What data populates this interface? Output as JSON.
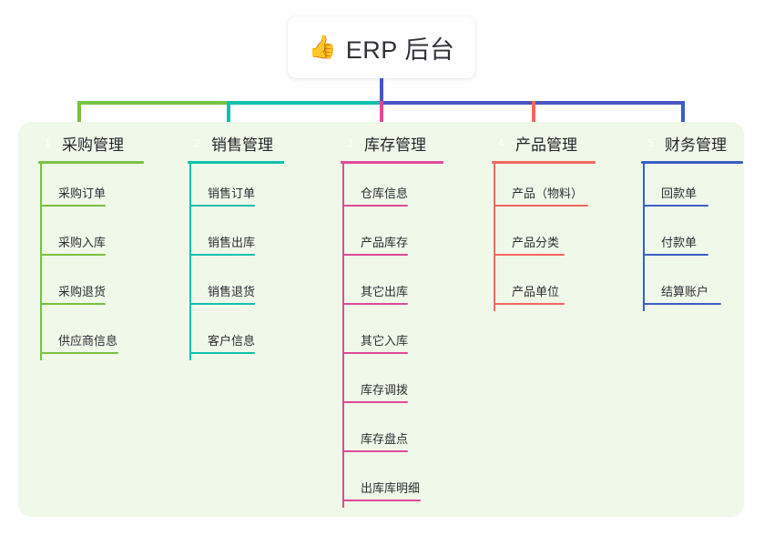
{
  "root": {
    "icon": "thumbs-up-emoji",
    "emoji": "👍",
    "title": "ERP 后台"
  },
  "palette": {
    "panel_bg": "#eff8e9",
    "page_bg": "#ffffff",
    "text": "#2c2d33"
  },
  "connectors": {
    "trunk_color": "#4a55c4",
    "segments": [
      {
        "name": "purchasing-bar",
        "color": "#7ac143"
      },
      {
        "name": "sales-bar",
        "color": "#11c0ad"
      },
      {
        "name": "inventory-bar",
        "color": "#4a55c4"
      },
      {
        "name": "product-bar",
        "color": "#4a55c4"
      },
      {
        "name": "finance-bar",
        "color": "#4a55c4"
      }
    ]
  },
  "columns": [
    {
      "id": "purchasing",
      "badge": "1",
      "badge_color": "#f2365c",
      "line_color": "#7ac143",
      "title": "采购管理",
      "items": [
        {
          "label": "采购订单"
        },
        {
          "label": "采购入库"
        },
        {
          "label": "采购退货"
        },
        {
          "label": "供应商信息"
        }
      ]
    },
    {
      "id": "sales",
      "badge": "2",
      "badge_color": "#f08626",
      "line_color": "#11c0ad",
      "title": "销售管理",
      "items": [
        {
          "label": "销售订单"
        },
        {
          "label": "销售出库"
        },
        {
          "label": "销售退货"
        },
        {
          "label": "客户信息"
        }
      ]
    },
    {
      "id": "inventory",
      "badge": "3",
      "badge_color": "#f4bf1b",
      "line_color": "#e0499a",
      "title": "库存管理",
      "items": [
        {
          "label": "仓库信息"
        },
        {
          "label": "产品库存"
        },
        {
          "label": "其它出库"
        },
        {
          "label": "其它入库"
        },
        {
          "label": "库存调拨"
        },
        {
          "label": "库存盘点"
        },
        {
          "label": "出库库明细"
        }
      ]
    },
    {
      "id": "product",
      "badge": "4",
      "badge_color": "#17b24a",
      "line_color": "#f4675f",
      "title": "产品管理",
      "items": [
        {
          "label": "产品（物料）"
        },
        {
          "label": "产品分类"
        },
        {
          "label": "产品单位"
        }
      ]
    },
    {
      "id": "finance",
      "badge": "5",
      "badge_color": "#1a9ae0",
      "line_color": "#3a5fc4",
      "title": "财务管理",
      "items": [
        {
          "label": "回款单"
        },
        {
          "label": "付款单"
        },
        {
          "label": "结算账户"
        }
      ]
    }
  ]
}
